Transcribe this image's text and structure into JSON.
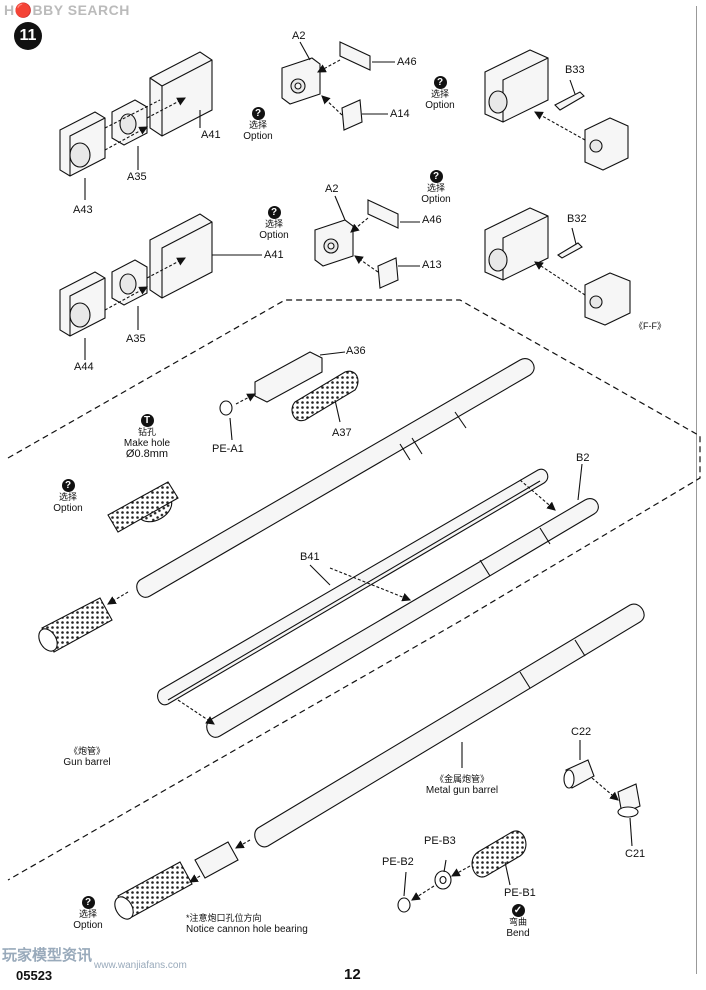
{
  "watermark": {
    "site": "H🔴BBY SEARCH",
    "bottom_site": "玩家模型资讯",
    "bottom_url": "www.wanjiafans.com"
  },
  "step_number": "11",
  "colors": {
    "line": "#111111",
    "part_fill": "#f6f6f6",
    "hole_fill": "#e8e8e8"
  },
  "labels": {
    "a2_top": "A2",
    "a46_top": "A46",
    "a14": "A14",
    "a41_upper": "A41",
    "a35_upper": "A35",
    "a43": "A43",
    "b33": "B33",
    "a2_mid": "A2",
    "a46_mid": "A46",
    "a13": "A13",
    "a41_lower": "A41",
    "a35_lower": "A35",
    "a44": "A44",
    "b32": "B32",
    "ff": "《F-F》",
    "a36": "A36",
    "a37": "A37",
    "pe_a1": "PE-A1",
    "b2": "B2",
    "b41": "B41",
    "c22": "C22",
    "c21": "C21",
    "pe_b3": "PE-B3",
    "pe_b2": "PE-B2",
    "pe_b1": "PE-B1"
  },
  "option_notes": [
    {
      "id": "opt1",
      "icon": "?",
      "zh": "选择",
      "en": "Option"
    },
    {
      "id": "opt2",
      "icon": "?",
      "zh": "选择",
      "en": "Option"
    },
    {
      "id": "opt3",
      "icon": "?",
      "zh": "选择",
      "en": "Option"
    },
    {
      "id": "opt4",
      "icon": "?",
      "zh": "选择",
      "en": "Option"
    },
    {
      "id": "opt5",
      "icon": "?",
      "zh": "选择",
      "en": "Option"
    },
    {
      "id": "opt6",
      "icon": "?",
      "zh": "选择",
      "en": "Option"
    }
  ],
  "make_hole": {
    "icon": "T",
    "zh": "钻孔",
    "en": "Make hole",
    "size": "Ø0.8mm"
  },
  "gun_barrel": {
    "zh": "《炮管》",
    "en": "Gun barrel"
  },
  "metal_gun_barrel": {
    "zh": "《金属炮管》",
    "en": "Metal gun barrel"
  },
  "notice": {
    "zh": "*注意炮口孔位方向",
    "en": "Notice cannon hole bearing"
  },
  "bend": {
    "icon": "✓",
    "zh": "弯曲",
    "en": "Bend"
  },
  "footer": {
    "code": "05523",
    "page": "12"
  }
}
